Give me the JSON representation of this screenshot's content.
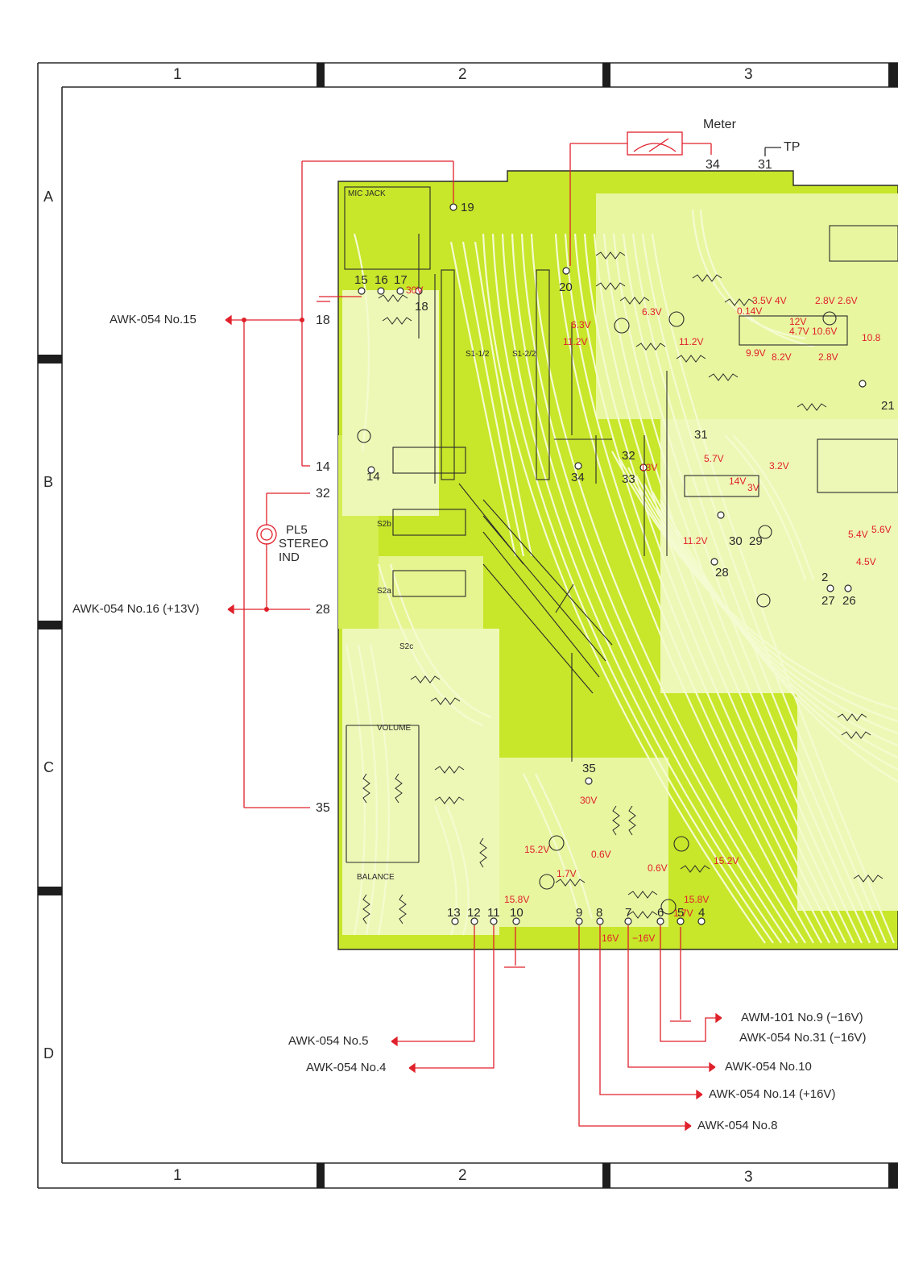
{
  "grid": {
    "columns": [
      "1",
      "2",
      "3"
    ],
    "rows": [
      "A",
      "B",
      "C",
      "D"
    ]
  },
  "top_labels": {
    "meter": "Meter",
    "meter_pin": "34",
    "tp": "TP",
    "tp_pin": "31"
  },
  "board_labels": {
    "mic_jack": "MIC JACK",
    "volume": "VOLUME",
    "balance": "BALANCE",
    "s1_half": "S1-1/2",
    "s1_two": "S1-2/2",
    "s2a": "S2a",
    "s2b": "S2b",
    "s2c": "S2c"
  },
  "left_connections": [
    {
      "text": "AWK-054 No.15",
      "pin": "18"
    },
    {
      "text": "",
      "pin": "14"
    },
    {
      "text": "",
      "pin": "32"
    },
    {
      "text": "AWK-054 No.16 (+13V)",
      "pin": "28"
    },
    {
      "text": "",
      "pin": "35"
    }
  ],
  "lamp": {
    "name": "PL5",
    "line1": "STEREO",
    "line2": "IND"
  },
  "bottom_connections": [
    {
      "text": "AWM-101 No.9 (−16V)"
    },
    {
      "text": "AWK-054 No.31 (−16V)"
    },
    {
      "text": "AWK-054 No.5"
    },
    {
      "text": "AWK-054 No.4"
    },
    {
      "text": "AWK-054 No.10"
    },
    {
      "text": "AWK-054 No.14 (+16V)"
    },
    {
      "text": "AWK-054 No.8"
    }
  ],
  "board_pins": {
    "p19": "19",
    "p15": "15",
    "p16": "16",
    "p17": "17",
    "p18": "18",
    "p20": "20",
    "p34": "34",
    "p33": "33",
    "p32": "32",
    "p31": "31",
    "p30": "30",
    "p29": "29",
    "p28": "28",
    "p27": "27",
    "p26": "26",
    "p21": "21",
    "p14": "14",
    "p35": "35",
    "p13": "13",
    "p12": "12",
    "p11": "11",
    "p10": "10",
    "p9": "9",
    "p8": "8",
    "p7": "7",
    "p6": "6",
    "p5": "5",
    "p4": "4",
    "p2": "2"
  },
  "voltages": {
    "v30": "30V",
    "v13": "13V",
    "v63a": "6.3V",
    "v63b": "6.3V",
    "v112a": "11.2V",
    "v112b": "11.2V",
    "v014": "0.14V",
    "v35": "3.5V",
    "v4": "4V",
    "v28": "2.8V",
    "v26": "2.6V",
    "v12": "12V",
    "v47": "4.7V",
    "v106": "10.6V",
    "v108": "10.8",
    "v99": "9.9V",
    "v82": "8.2V",
    "v28b": "2.8V",
    "v57": "5.7V",
    "v32": "3.2V",
    "v14v": "14V",
    "v3v": "3V",
    "v112c": "11.2V",
    "v54": "5.4V",
    "v56": "5.6V",
    "v45": "4.5V",
    "v30b": "30V",
    "v152a": "15.2V",
    "v06a": "0.6V",
    "v17a": "1.7V",
    "v06b": "0.6V",
    "v152b": "15.2V",
    "v158a": "15.8V",
    "v158b": "15.8V",
    "v17b": "1.7V",
    "v16a": "16V",
    "v16b": "−16V"
  },
  "colors": {
    "board": "#c8e62a",
    "ink": "#2a2a2a",
    "red": "#e0202b",
    "trace": "#f4fbd0"
  }
}
